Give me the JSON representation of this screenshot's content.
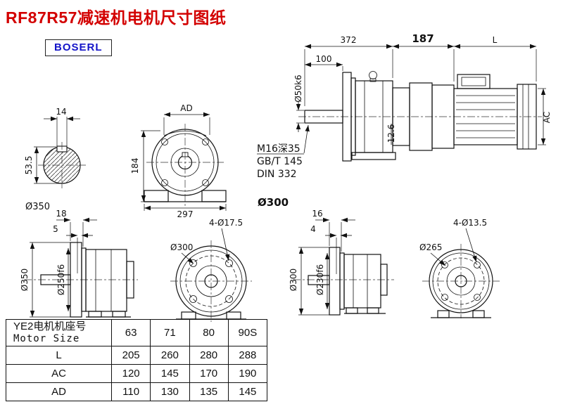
{
  "title": "RF87R57减速机电机尺寸图纸",
  "brand": "BOSERL",
  "side_view": {
    "dim_372": "372",
    "dim_187": "187",
    "dim_L": "L",
    "dim_100": "100",
    "dim_shaft": "Ø50k6",
    "dim_AC": "AC",
    "dim_step": "12.6"
  },
  "shaft_section": {
    "dim_key_width": "14",
    "dim_key_height": "53.5",
    "dim_flange": "Ø350"
  },
  "front_view": {
    "dim_AD": "AD",
    "dim_height": "184",
    "dim_width": "297"
  },
  "notes": {
    "tapped_hole": "M16深35",
    "standard_gb": "GB/T 145",
    "standard_din": "DIN 332",
    "dim_flange_od": "Ø300"
  },
  "flange_side_1": {
    "dim_18": "18",
    "dim_5": "5",
    "dim_od": "Ø350",
    "dim_spigot": "Ø250f6"
  },
  "flange_face_1": {
    "holes": "4-Ø17.5",
    "bolt_circle": "Ø300"
  },
  "flange_side_2": {
    "dim_16": "16",
    "dim_4": "4",
    "dim_od": "Ø300",
    "dim_spigot": "Ø230f6"
  },
  "flange_face_2": {
    "holes": "4-Ø13.5",
    "bolt_circle": "Ø265"
  },
  "table": {
    "header_cn": "YE2电机机座号",
    "header_en": "Motor Size",
    "sizes": [
      "63",
      "71",
      "80",
      "90S"
    ],
    "rows": [
      {
        "label": "L",
        "values": [
          "205",
          "260",
          "280",
          "288"
        ]
      },
      {
        "label": "AC",
        "values": [
          "120",
          "145",
          "170",
          "190"
        ]
      },
      {
        "label": "AD",
        "values": [
          "110",
          "130",
          "135",
          "145"
        ]
      }
    ]
  }
}
